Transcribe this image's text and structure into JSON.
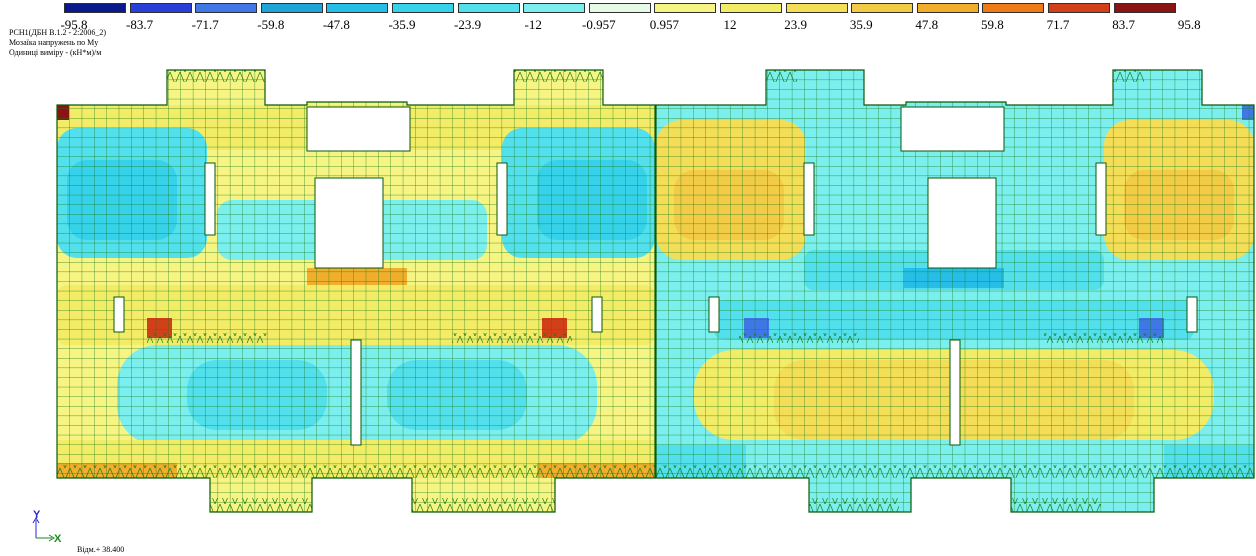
{
  "legend": {
    "ticks": [
      "-95.8",
      "-83.7",
      "-71.7",
      "-59.8",
      "-47.8",
      "-35.9",
      "-23.9",
      "-12",
      "-0.957",
      "0.957",
      "12",
      "23.9",
      "35.9",
      "47.8",
      "59.8",
      "71.7",
      "83.7",
      "95.8"
    ],
    "colors": [
      "#0a1a8c",
      "#2a3fd6",
      "#3f78e6",
      "#1fa4d8",
      "#26bee6",
      "#36d2ea",
      "#52e0ec",
      "#7aefee",
      "#e6fae6",
      "#f6f482",
      "#f2ec66",
      "#f4de58",
      "#f2cc46",
      "#f0ae2c",
      "#ee7a18",
      "#d2401a",
      "#8a1414"
    ]
  },
  "info": {
    "line1": "РСН1(ДБН В.1.2 - 2:2006_2)",
    "line2": "Мозаїка напружень по My",
    "line3": "Одиниці виміру - (кН*м)/м"
  },
  "axes": {
    "y_label": "Y",
    "x_label": "X"
  },
  "level_label": "Відм.+ 38.400",
  "colors": {
    "mesh_line": "#1a7a1a",
    "outline": "#0a5a0a"
  }
}
